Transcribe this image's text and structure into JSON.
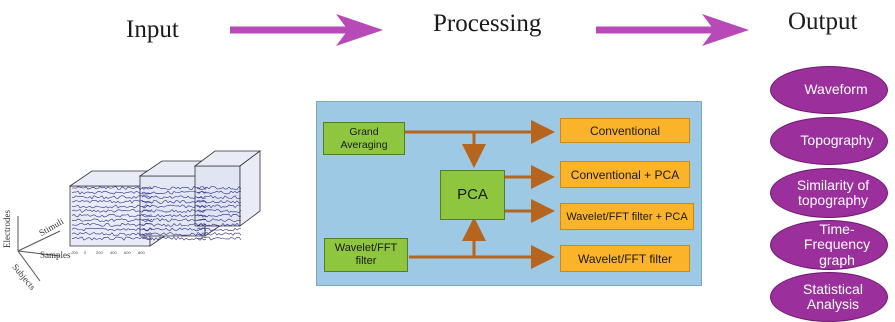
{
  "stages": {
    "input": "Input",
    "processing": "Processing",
    "output": "Output"
  },
  "processing": {
    "grand_averaging": "Grand Averaging",
    "pca": "PCA",
    "wavelet_filter": "Wavelet/FFT filter",
    "results": [
      "Conventional",
      "Conventional + PCA",
      "Wavelet/FFT filter + PCA",
      "Wavelet/FFT filter"
    ]
  },
  "outputs": [
    "Waveform",
    "Topography",
    "Similarity of topography",
    "Time-Frequency graph",
    "Statistical Analysis"
  ],
  "input_axes": {
    "electrodes": "Electrodes",
    "stimuli": "Stimuli",
    "samples": "Samples",
    "subjects": "Subjects"
  },
  "colors": {
    "flow_arrow": "#b84ab8",
    "panel_bg": "#9ec9e5",
    "green_box": "#8fc63f",
    "orange_box": "#fbb42a",
    "connector": "#b5651d",
    "output_oval": "#9b2f9b"
  }
}
